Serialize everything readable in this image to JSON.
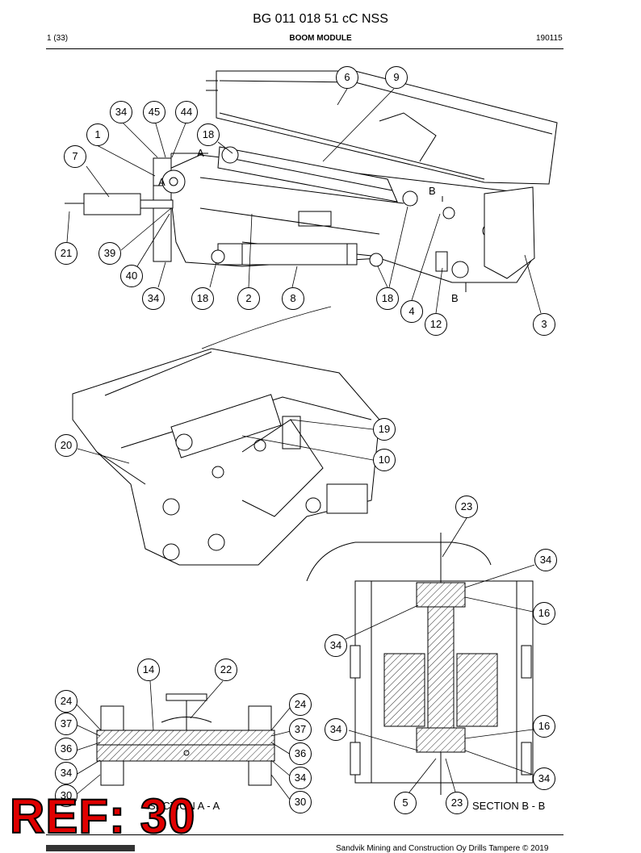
{
  "header": {
    "doc_number": "BG 011 018 51 cC NSS",
    "page": "1 (33)",
    "module": "BOOM MODULE",
    "date_code": "190115"
  },
  "sections": {
    "a": "SECTION A - A",
    "b": "SECTION B - B"
  },
  "section_letters": [
    "A",
    "A",
    "B",
    "B"
  ],
  "callouts": {
    "c6": "6",
    "c9": "9",
    "c34a": "34",
    "c45": "45",
    "c44": "44",
    "c1": "1",
    "c18a": "18",
    "c7": "7",
    "c21": "21",
    "c39": "39",
    "c40": "40",
    "c34b": "34",
    "c18b": "18",
    "c2": "2",
    "c8": "8",
    "c18c": "18",
    "c4": "4",
    "c12": "12",
    "c3": "3",
    "c19": "19",
    "c20": "20",
    "c10": "10",
    "c23a": "23",
    "c34c": "34",
    "c16a": "16",
    "c34d": "34",
    "c14": "14",
    "c22": "22",
    "c24a": "24",
    "c24b": "24",
    "c37a": "37",
    "c37b": "37",
    "c36a": "36",
    "c36b": "36",
    "c34e": "34",
    "c34f": "34",
    "c30a": "30",
    "c30b": "30",
    "c34g": "34",
    "c16b": "16",
    "c34h": "34",
    "c5": "5",
    "c23b": "23"
  },
  "stamp": "REF: 30",
  "footer": {
    "copyright": "Sandvik Mining and Construction Oy Drills Tampere © 2019"
  }
}
